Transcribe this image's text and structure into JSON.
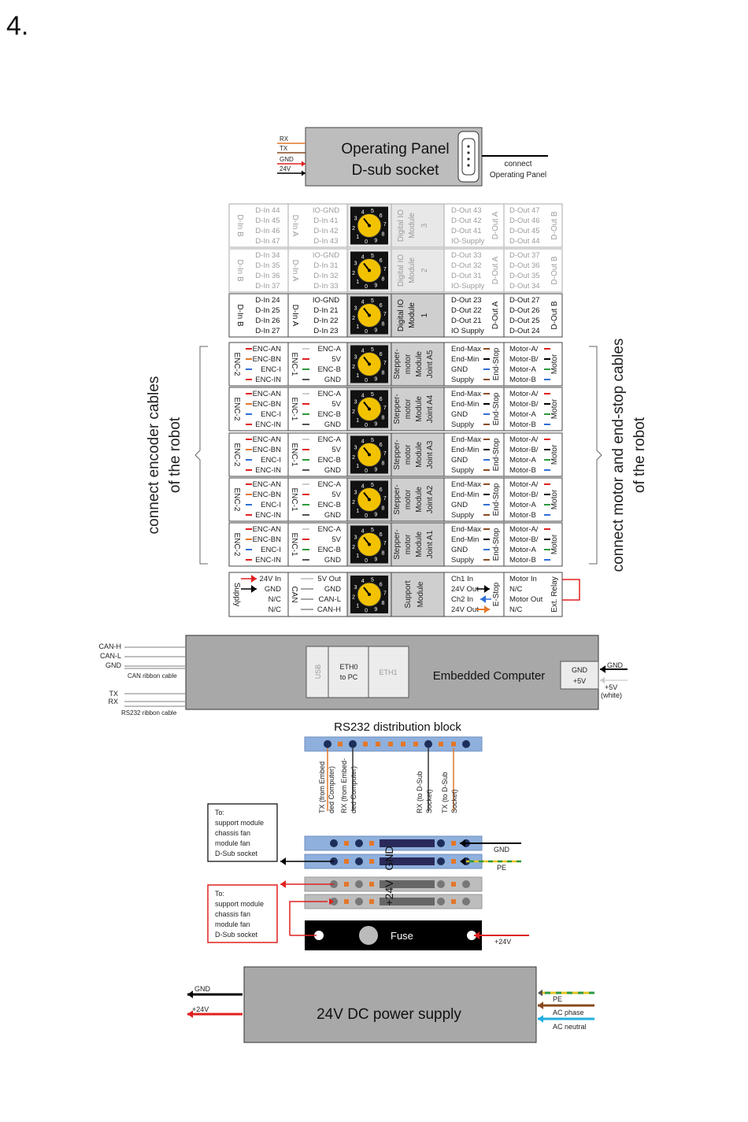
{
  "step_number": "4.",
  "operating_panel": {
    "title_line1": "Operating Panel",
    "title_line2": "D-sub socket",
    "pins": [
      "RX",
      "TX",
      "GND",
      "24V"
    ],
    "connect_line1": "connect",
    "connect_line2": "Operating Panel"
  },
  "side_labels": {
    "left_line1": "connect encoder cables",
    "left_line2": "of the robot",
    "right_line1": "connect motor and end-stop cables",
    "right_line2": "of the robot"
  },
  "digital_modules": [
    {
      "name_line1": "Digital IO",
      "name_line2": "Module",
      "number": "3",
      "faded": true,
      "din_b_label": "D-In B",
      "din_b": [
        "D-In 44",
        "D-In 45",
        "D-In 46",
        "D-In 47"
      ],
      "din_a_label": "D-In A",
      "din_a": [
        "IO-GND",
        "D-In 41",
        "D-In 42",
        "D-In 43"
      ],
      "dout_a": [
        "D-Out 43",
        "D-Out 42",
        "D-Out 41",
        "IO-Supply"
      ],
      "dout_a_label": "D-Out A",
      "dout_b": [
        "D-Out 47",
        "D-Out 46",
        "D-Out 45",
        "D-Out 44"
      ],
      "dout_b_label": "D-Out B"
    },
    {
      "name_line1": "Digital IO",
      "name_line2": "Module",
      "number": "2",
      "faded": true,
      "din_b_label": "D-In B",
      "din_b": [
        "D-In 34",
        "D-In 35",
        "D-In 36",
        "D-In 37"
      ],
      "din_a_label": "D-In A",
      "din_a": [
        "IO-GND",
        "D-In 31",
        "D-In 32",
        "D-In 33"
      ],
      "dout_a": [
        "D-Out 33",
        "D-Out 32",
        "D-Out 31",
        "IO-Supply"
      ],
      "dout_a_label": "D-Out A",
      "dout_b": [
        "D-Out 37",
        "D-Out 36",
        "D-Out 35",
        "D-Out 34"
      ],
      "dout_b_label": "D-Out B"
    },
    {
      "name_line1": "Digital IO",
      "name_line2": "Module",
      "number": "1",
      "faded": false,
      "din_b_label": "D-In B",
      "din_b": [
        "D-In 24",
        "D-In 25",
        "D-In 26",
        "D-In 27"
      ],
      "din_a_label": "D-In A",
      "din_a": [
        "IO-GND",
        "D-In 21",
        "D-In 22",
        "D-In 23"
      ],
      "dout_a": [
        "D-Out 23",
        "D-Out 22",
        "D-Out 21",
        "IO Supply"
      ],
      "dout_a_label": "D-Out A",
      "dout_b": [
        "D-Out 27",
        "D-Out 26",
        "D-Out 25",
        "D-Out 24"
      ],
      "dout_b_label": "D-Out B"
    }
  ],
  "stepper_modules": [
    {
      "name": [
        "Stepper-",
        "motor",
        "Module",
        "Joint A5"
      ]
    },
    {
      "name": [
        "Stepper-",
        "motor",
        "Module",
        "Joint A4"
      ]
    },
    {
      "name": [
        "Stepper-",
        "motor",
        "Module",
        "Joint A3"
      ]
    },
    {
      "name": [
        "Stepper-",
        "motor",
        "Module",
        "Joint A2"
      ]
    },
    {
      "name": [
        "Stepper-",
        "motor",
        "Module",
        "Joint A1"
      ]
    }
  ],
  "stepper_common": {
    "enc2_label": "ENC-2",
    "enc2": [
      "ENC-AN",
      "ENC-BN",
      "ENC-I",
      "ENC-IN"
    ],
    "enc1_label": "ENC-1",
    "enc1": [
      "ENC-A",
      "5V",
      "ENC-B",
      "GND"
    ],
    "endstop": [
      "End-Max",
      "End-Min",
      "GND",
      "Supply"
    ],
    "endstop_label": "End-Stop",
    "motor": [
      "Motor-A/",
      "Motor-B/",
      "Motor-A",
      "Motor-B"
    ],
    "motor_label": "Motor"
  },
  "support_module": {
    "name_line1": "Support",
    "name_line2": "Module",
    "supply_label": "Supply",
    "supply": [
      "24V In",
      "GND",
      "N/C",
      "N/C"
    ],
    "can_label": "CAN",
    "can": [
      "5V Out",
      "GND",
      "CAN-L",
      "CAN-H"
    ],
    "estop": [
      "Ch1 In",
      "24V Out",
      "Ch2 In",
      "24V Out"
    ],
    "estop_label": "E-Stop",
    "relay": [
      "Motor  In",
      "N/C",
      "Motor Out",
      "N/C"
    ],
    "relay_label": "Ext. Relay"
  },
  "dial_numbers": [
    "5",
    "6",
    "7",
    "8",
    "9",
    "0",
    "1",
    "2",
    "3",
    "4"
  ],
  "embedded": {
    "title": "Embedded Computer",
    "usb": "USB",
    "eth0_line1": "ETH0",
    "eth0_line2": "to PC",
    "eth1": "ETH1",
    "power_gnd": "GND",
    "power_5v": "+5V",
    "can_wires": [
      "CAN-H",
      "CAN-L",
      "GND"
    ],
    "can_caption": "CAN ribbon cable",
    "rs_wires": [
      "TX",
      "RX"
    ],
    "rs_caption": "RS232 ribbon cable",
    "right_gnd": "GND",
    "right_5v": "+5V",
    "right_white": "(white)"
  },
  "rs232": {
    "title": "RS232 distribution block",
    "labels": [
      {
        "line1": "TX (from Embed",
        "line2": "ded Computer)"
      },
      {
        "line1": "RX (from Embed-",
        "line2": "ded Computer)"
      },
      {
        "line1": "RX (to D-Sub",
        "line2": "Socket)"
      },
      {
        "line1": "TX (to D-Sub",
        "line2": "Socket)"
      }
    ]
  },
  "distribution": {
    "gnd_label": "GND",
    "plus24_label": "+24V",
    "gnd_wire": "GND",
    "pe_wire": "PE",
    "fuse": "Fuse",
    "fuse_wire": "+24V",
    "note_black": [
      "To:",
      "support module",
      "chassis fan",
      "module fan",
      "D-Sub socket"
    ],
    "note_red": [
      "To:",
      "support module",
      "chassis fan",
      "module fan",
      "D-Sub socket"
    ]
  },
  "power_supply": {
    "title": "24V DC power supply",
    "out_gnd": "GND",
    "out_24v": "+24V",
    "in_pe": "PE",
    "in_phase": "AC phase",
    "in_neutral": "AC neutral"
  },
  "colors": {
    "module_gray": "#c9c9c9",
    "module_gray_faded": "#e4e4e4",
    "rail_blue": "#8fb0dd",
    "rail_gray": "#bdbdbd",
    "wire_red": "#e02020",
    "wire_orange": "#e3772a",
    "wire_blue": "#2f6fd6",
    "wire_green": "#2c9a3c",
    "wire_yellow": "#e6c320",
    "wire_brown": "#8a4a1f",
    "wire_cyan": "#22aee0",
    "dial_yellow": "#f2c200"
  }
}
